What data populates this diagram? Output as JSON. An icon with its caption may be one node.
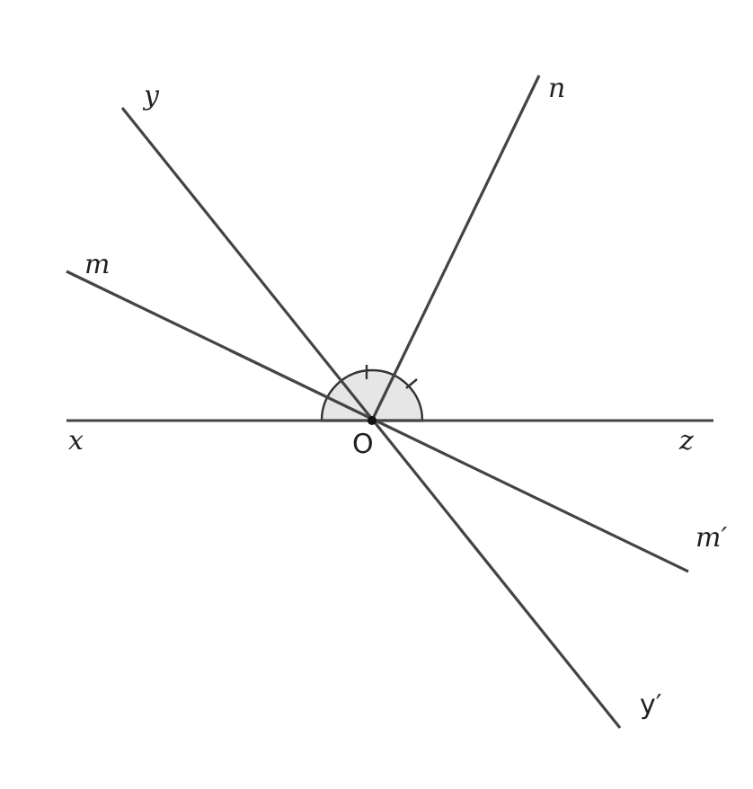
{
  "diagram": {
    "labels": [
      "y",
      "n",
      "m",
      "x",
      "O",
      "z",
      "m′",
      "y′"
    ]
  }
}
